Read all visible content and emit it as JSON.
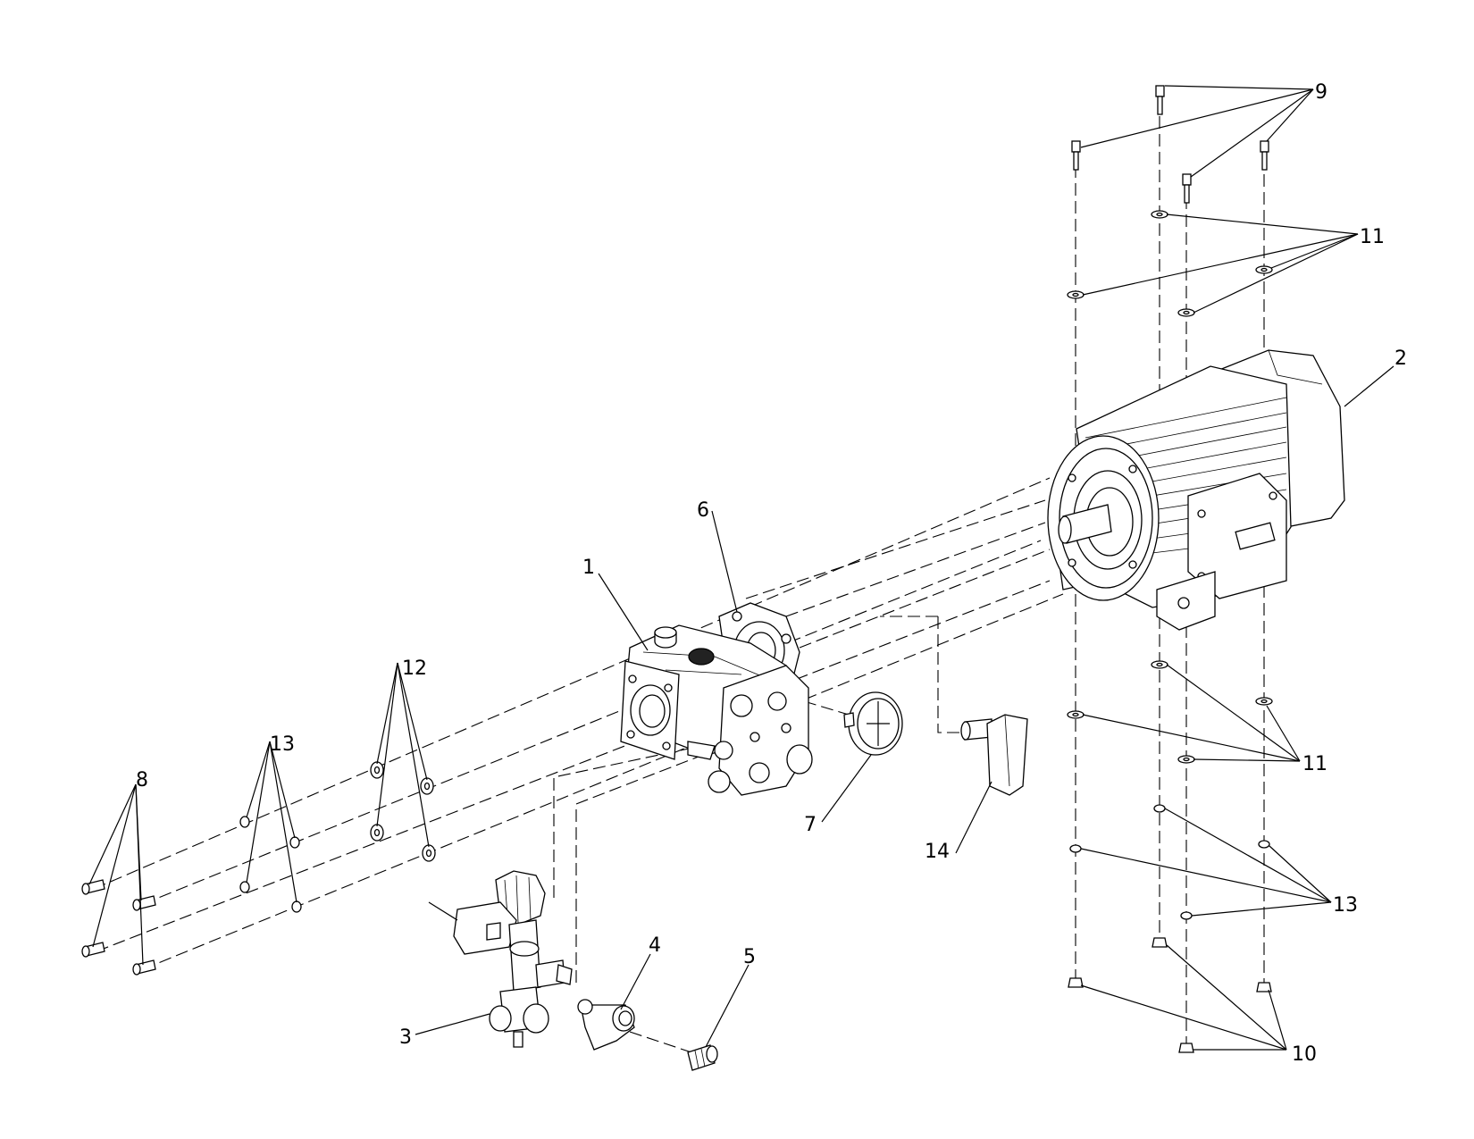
{
  "callouts": [
    {
      "id": "1",
      "label": "1"
    },
    {
      "id": "2",
      "label": "2"
    },
    {
      "id": "3",
      "label": "3"
    },
    {
      "id": "4",
      "label": "4"
    },
    {
      "id": "5",
      "label": "5"
    },
    {
      "id": "6",
      "label": "6"
    },
    {
      "id": "7",
      "label": "7"
    },
    {
      "id": "8",
      "label": "8"
    },
    {
      "id": "9",
      "label": "9"
    },
    {
      "id": "10",
      "label": "10"
    },
    {
      "id": "11a",
      "label": "11"
    },
    {
      "id": "11b",
      "label": "11"
    },
    {
      "id": "12",
      "label": "12"
    },
    {
      "id": "13a",
      "label": "13"
    },
    {
      "id": "13b",
      "label": "13"
    },
    {
      "id": "14",
      "label": "14"
    }
  ]
}
